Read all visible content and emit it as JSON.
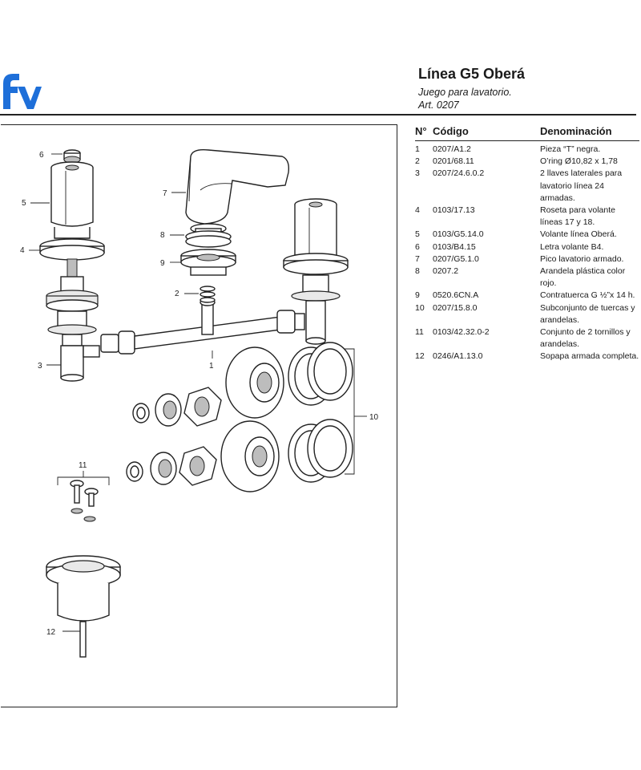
{
  "header": {
    "title": "Línea G5 Oberá",
    "subtitle": "Juego para lavatorio.",
    "article": "Art. 0207"
  },
  "brand": {
    "logo": "fv",
    "color": "#1e6fd9"
  },
  "parts_table": {
    "headers": {
      "n": "N°",
      "code": "Código",
      "name": "Denominación"
    },
    "rows": [
      {
        "n": "1",
        "code": "0207/A1.2",
        "name": "Pieza “T” negra."
      },
      {
        "n": "2",
        "code": "0201/68.11",
        "name": "O’ring Ø10,82 x 1,78"
      },
      {
        "n": "3",
        "code": "0207/24.6.0.2",
        "name": "2 llaves laterales para lavatorio línea 24 armadas."
      },
      {
        "n": "4",
        "code": "0103/17.13",
        "name": "Roseta para volante líneas 17 y 18."
      },
      {
        "n": "5",
        "code": "0103/G5.14.0",
        "name": "Volante línea Oberá."
      },
      {
        "n": "6",
        "code": "0103/B4.15",
        "name": "Letra volante B4."
      },
      {
        "n": "7",
        "code": "0207/G5.1.0",
        "name": "Pico lavatorio armado."
      },
      {
        "n": "8",
        "code": "0207.2",
        "name": "Arandela plástica color rojo."
      },
      {
        "n": "9",
        "code": "0520.6CN.A",
        "name": "Contratuerca G ½”x 14 h."
      },
      {
        "n": "10",
        "code": "0207/15.8.0",
        "name": "Subconjunto de tuercas y arandelas."
      },
      {
        "n": "11",
        "code": "0103/42.32.0-2",
        "name": "Conjunto de 2 tornillos y arandelas."
      },
      {
        "n": "12",
        "code": "0246/A1.13.0",
        "name": "Sopapa armada completa."
      }
    ]
  },
  "diagram_labels": {
    "l1": "1",
    "l2": "2",
    "l3": "3",
    "l4": "4",
    "l5": "5",
    "l6": "6",
    "l7": "7",
    "l8": "8",
    "l9": "9",
    "l10": "10",
    "l11": "11",
    "l12": "12"
  }
}
